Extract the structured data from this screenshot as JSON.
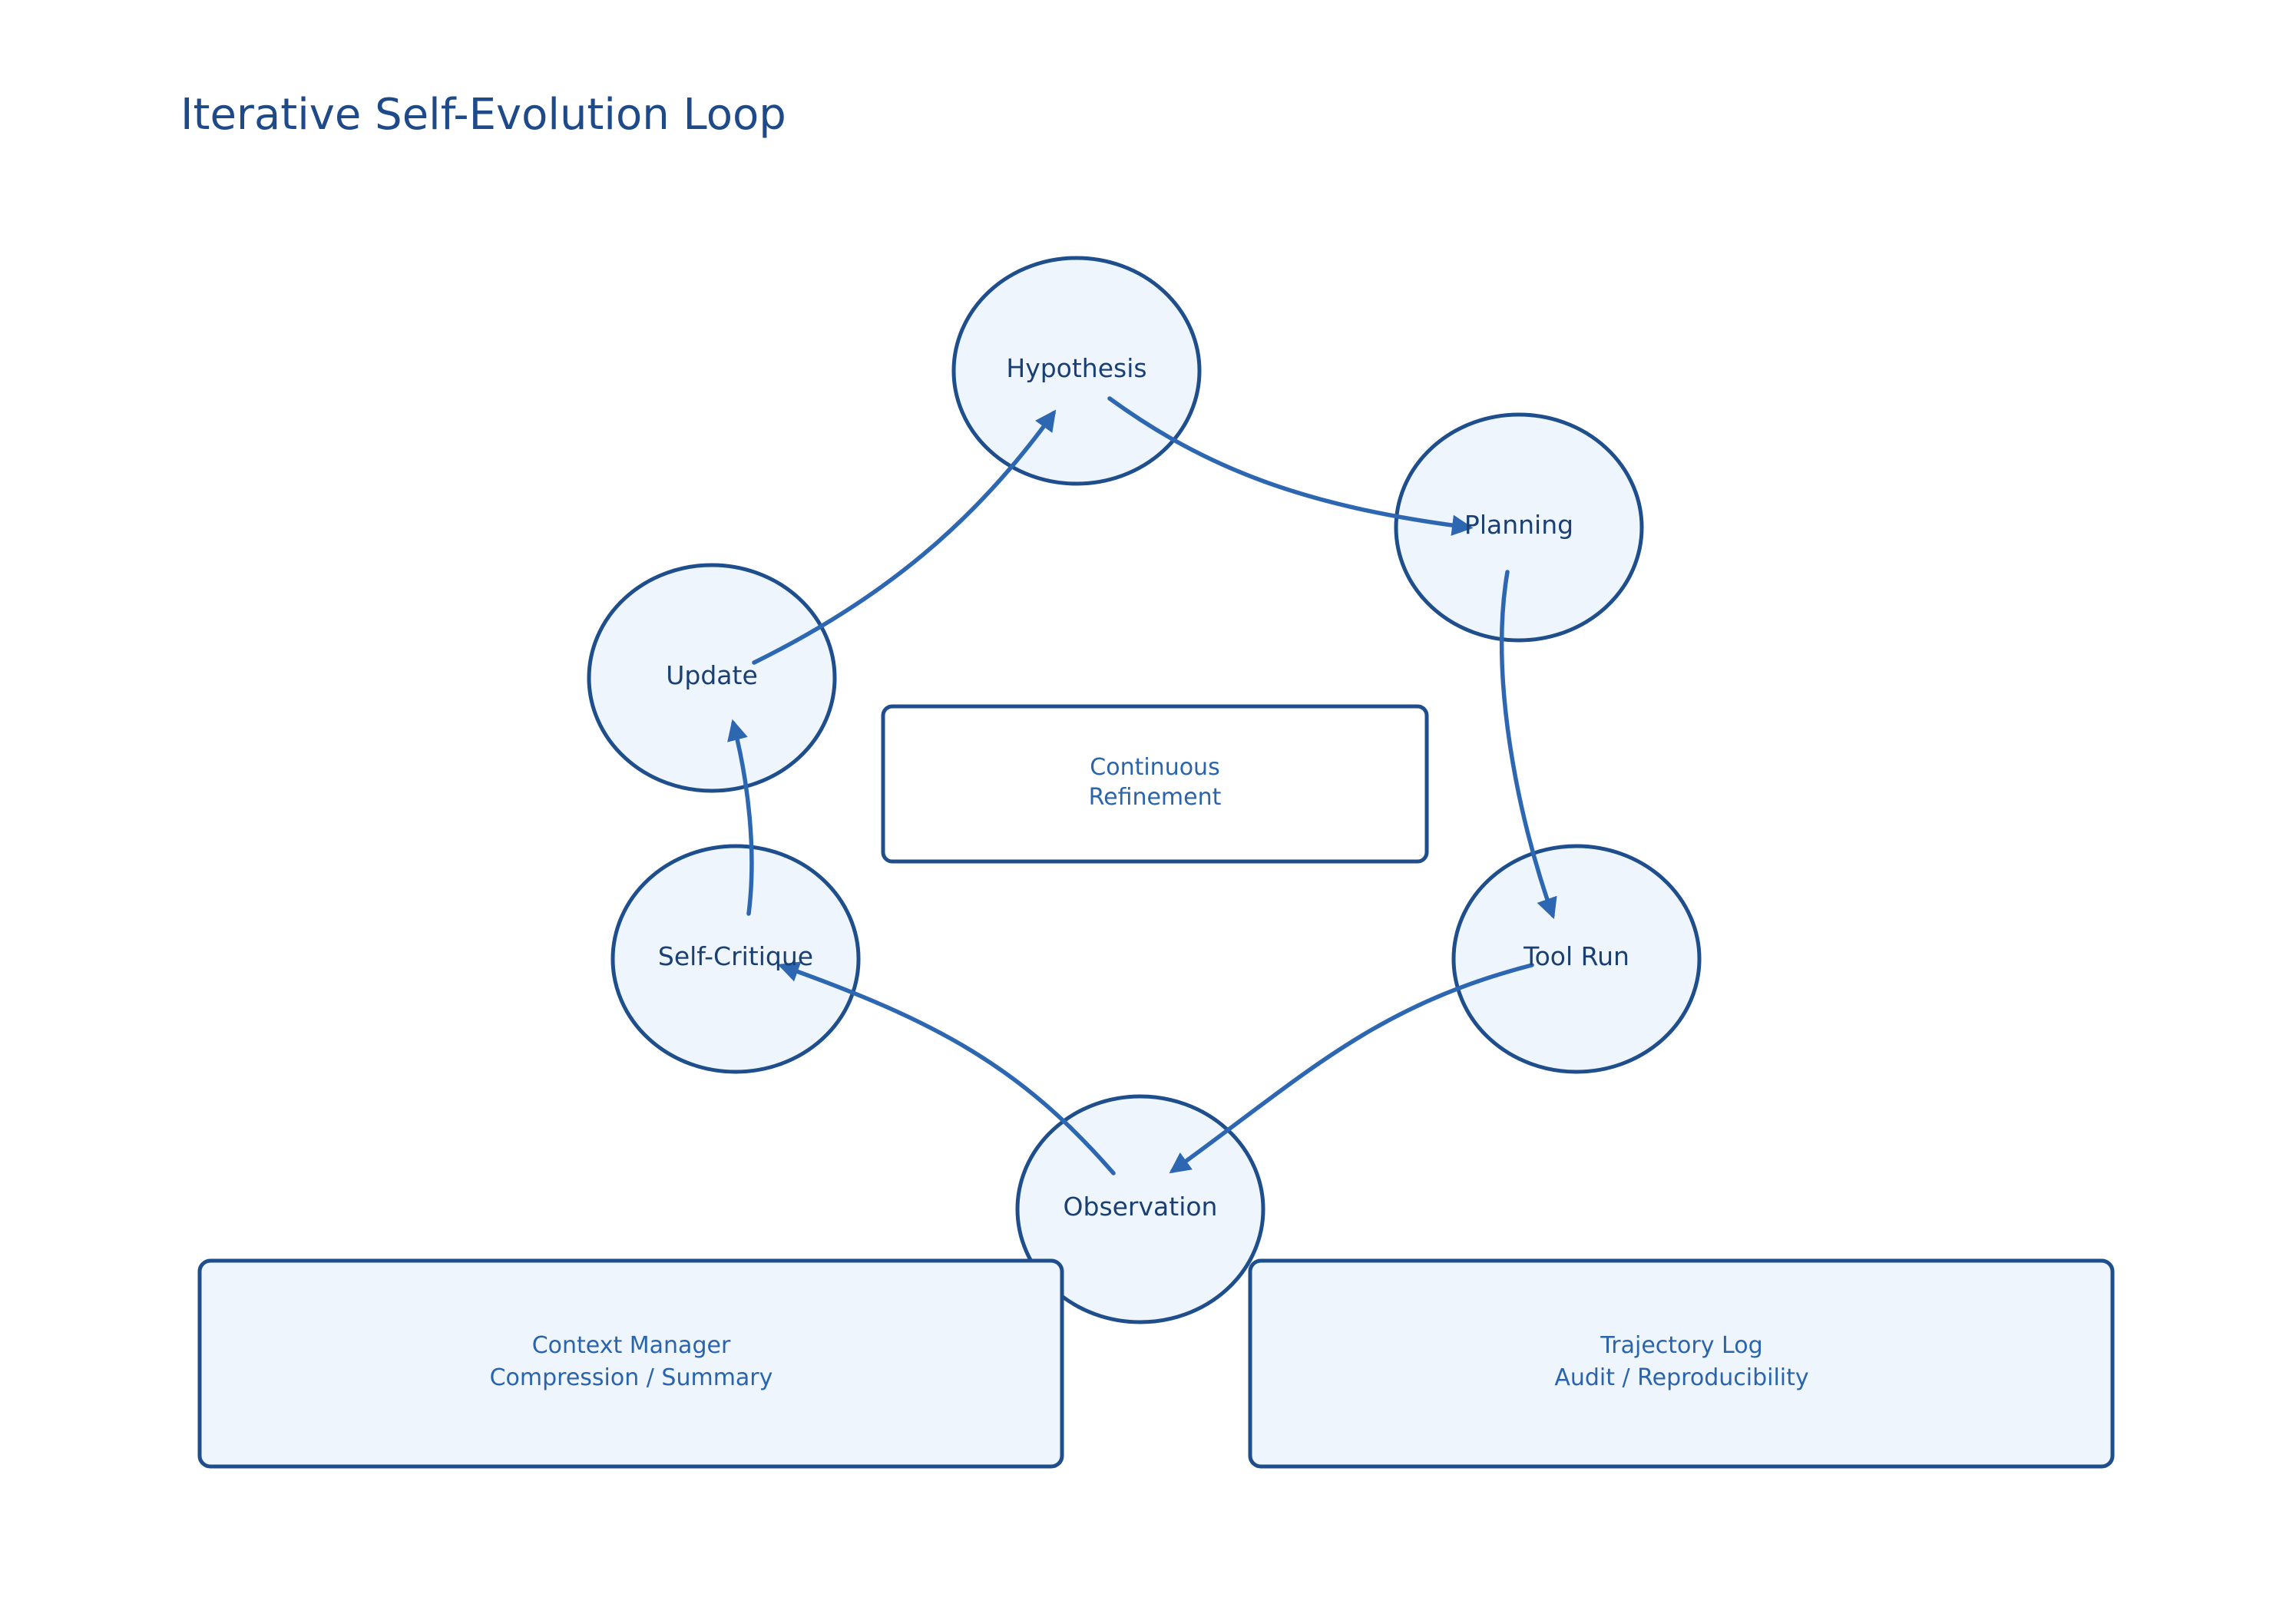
{
  "diagram": {
    "title": "Iterative Self-Evolution Loop",
    "nodes": [
      {
        "id": "hypothesis",
        "label": "Hypothesis"
      },
      {
        "id": "planning",
        "label": "Planning"
      },
      {
        "id": "tool_run",
        "label": "Tool Run"
      },
      {
        "id": "observation",
        "label": "Observation"
      },
      {
        "id": "self_critique",
        "label": "Self-Critique"
      },
      {
        "id": "update",
        "label": "Update"
      }
    ],
    "edges": [
      {
        "from": "hypothesis",
        "to": "planning"
      },
      {
        "from": "planning",
        "to": "tool_run"
      },
      {
        "from": "tool_run",
        "to": "observation"
      },
      {
        "from": "observation",
        "to": "self_critique"
      },
      {
        "from": "self_critique",
        "to": "update"
      },
      {
        "from": "update",
        "to": "hypothesis"
      }
    ],
    "center_box": {
      "lines": [
        "Continuous",
        "Refinement"
      ]
    },
    "context_box": {
      "lines": [
        "Context Manager",
        "Compression / Summary"
      ]
    },
    "trajectory_box": {
      "lines": [
        "Trajectory Log",
        "Audit / Reproducibility"
      ]
    },
    "colors": {
      "node_fill": "#eef5fd",
      "stroke": "#1f4e8c",
      "arrow": "#2d67b1",
      "title": "#1e4a8a"
    }
  }
}
